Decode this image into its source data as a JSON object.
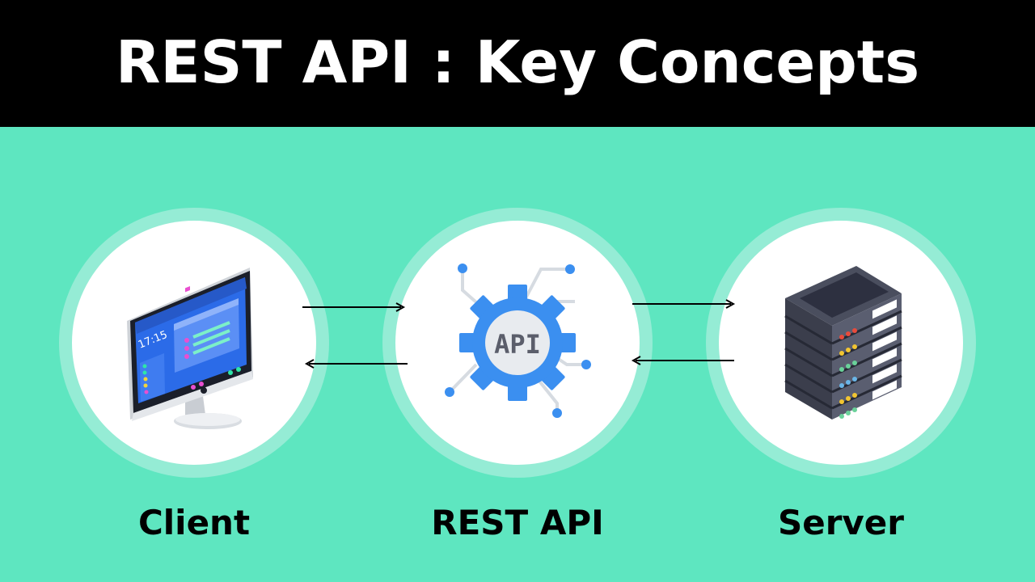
{
  "header": {
    "title": "REST API : Key Concepts"
  },
  "nodes": [
    {
      "label": "Client",
      "icon": "computer-monitor-icon"
    },
    {
      "label": "REST API",
      "icon": "api-gear-icon"
    },
    {
      "label": "Server",
      "icon": "server-rack-icon"
    }
  ],
  "icon_text": {
    "clock": "17:15",
    "api": "API"
  },
  "colors": {
    "background": "#5ee6c0",
    "header": "#000000",
    "ring": "#95ecd5",
    "api_blue": "#3b8ff0",
    "server_dark": "#3b3e4c"
  }
}
